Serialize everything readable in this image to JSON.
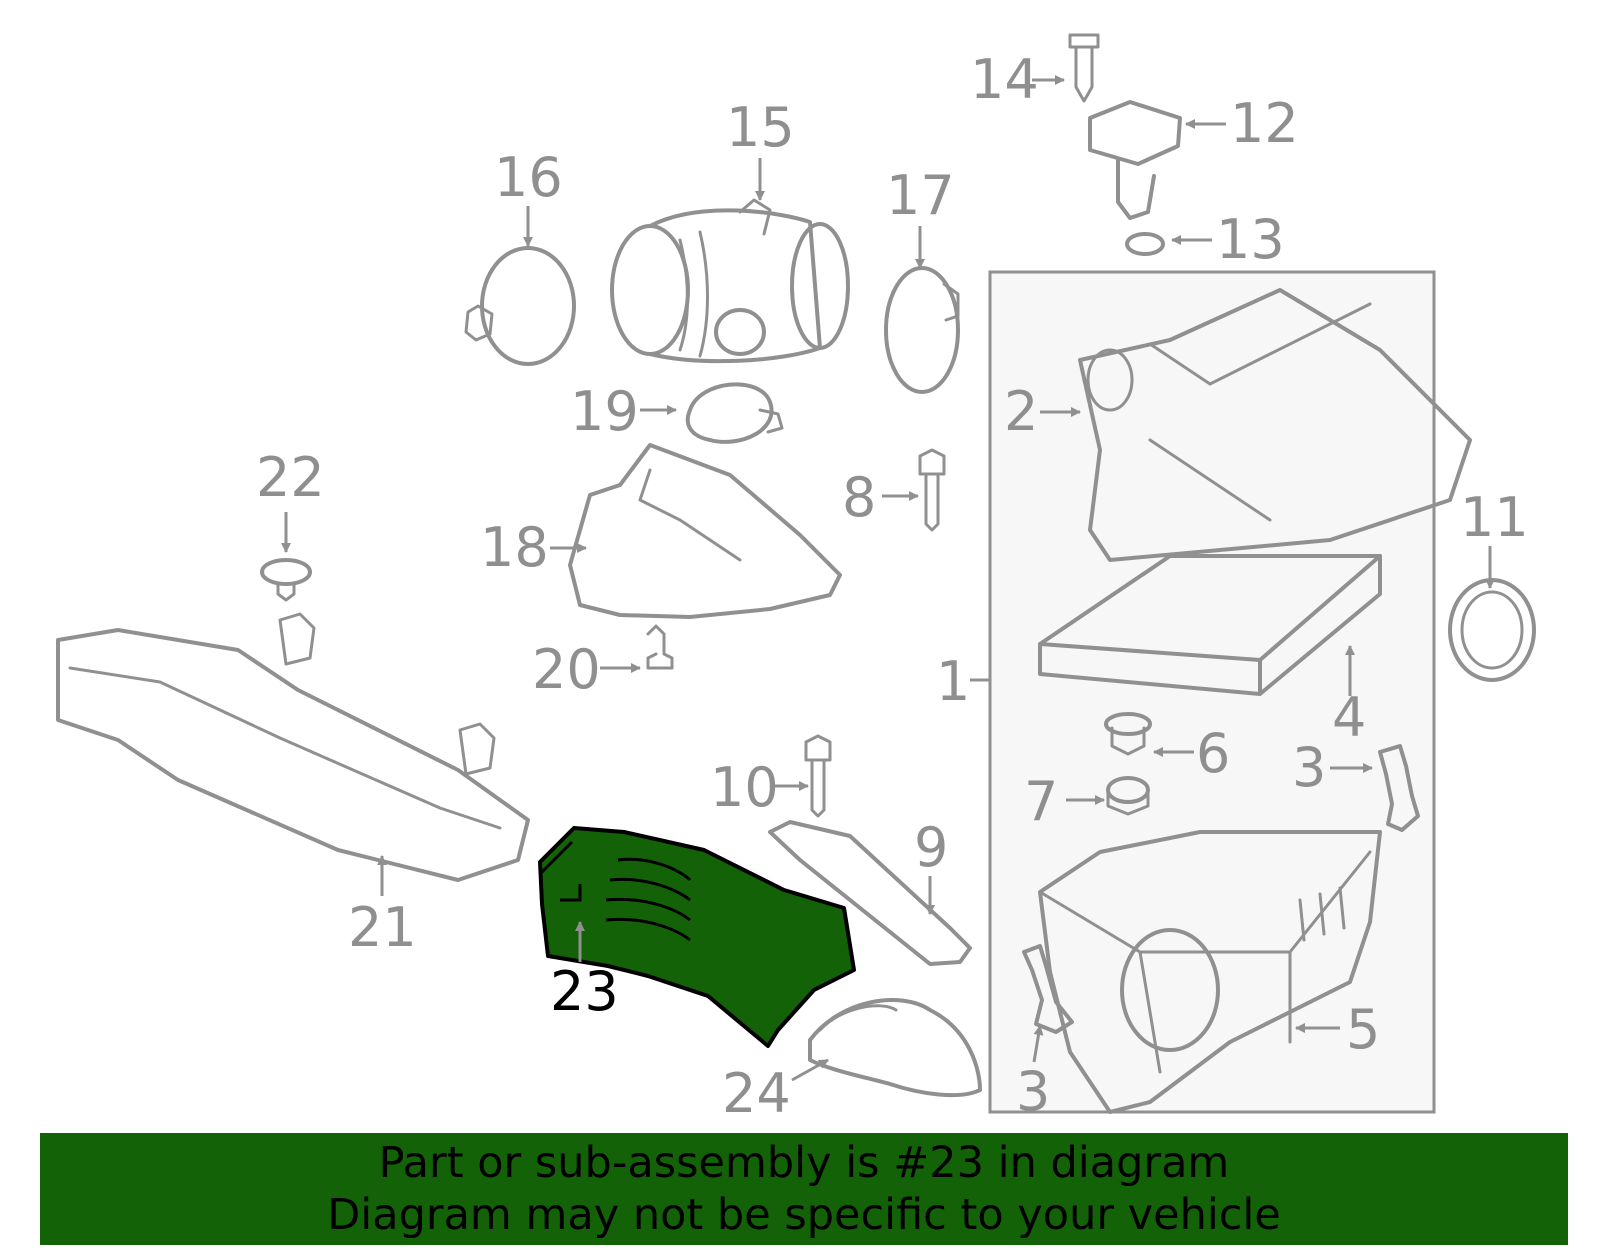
{
  "callouts": {
    "c1": "1",
    "c2": "2",
    "c3a": "3",
    "c3b": "3",
    "c4": "4",
    "c5": "5",
    "c6": "6",
    "c7": "7",
    "c8": "8",
    "c9": "9",
    "c10": "10",
    "c11": "11",
    "c12": "12",
    "c13": "13",
    "c14": "14",
    "c15": "15",
    "c16": "16",
    "c17": "17",
    "c18": "18",
    "c19": "19",
    "c20": "20",
    "c21": "21",
    "c22": "22",
    "c23": "23",
    "c24": "24"
  },
  "highlight": {
    "part": "23",
    "color": "#136207"
  },
  "colors": {
    "line": "#909090",
    "banner": "#136207",
    "panel": "#f7f7f7"
  },
  "banner": {
    "line1": "Part or sub-assembly is #23 in diagram",
    "line2": "Diagram may not be specific to your vehicle"
  }
}
